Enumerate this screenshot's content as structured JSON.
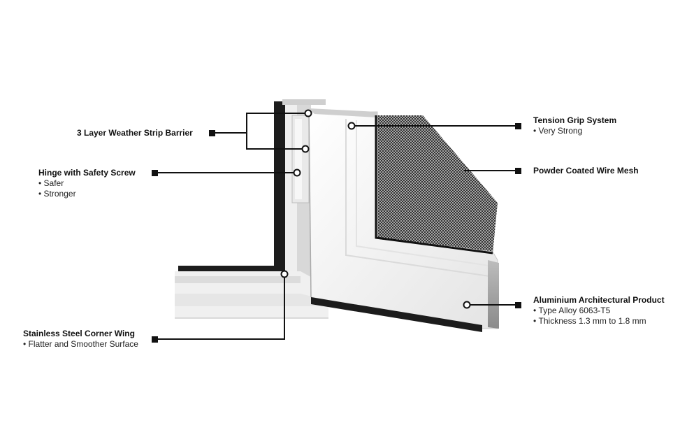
{
  "callouts": {
    "weather_strip": {
      "title": "3 Layer Weather Strip Barrier",
      "bullets": []
    },
    "hinge": {
      "title": "Hinge with Safety Screw",
      "bullets": [
        "Safer",
        "Stronger"
      ]
    },
    "corner_wing": {
      "title": "Stainless Steel Corner Wing",
      "bullets": [
        "Flatter and Smoother Surface"
      ]
    },
    "tension_grip": {
      "title": "Tension Grip System",
      "bullets": [
        "Very Strong"
      ]
    },
    "wire_mesh": {
      "title": "Powder Coated Wire Mesh",
      "bullets": []
    },
    "aluminium": {
      "title": "Aluminium Architectural Product",
      "bullets": [
        "Type Alloy 6063-T5",
        "Thickness 1.3 mm to 1.8 mm"
      ]
    }
  },
  "colors": {
    "line": "#111111",
    "frame": "#f2f2f2",
    "gasket": "#1c1c1c",
    "mesh": "#2a2a2a"
  }
}
